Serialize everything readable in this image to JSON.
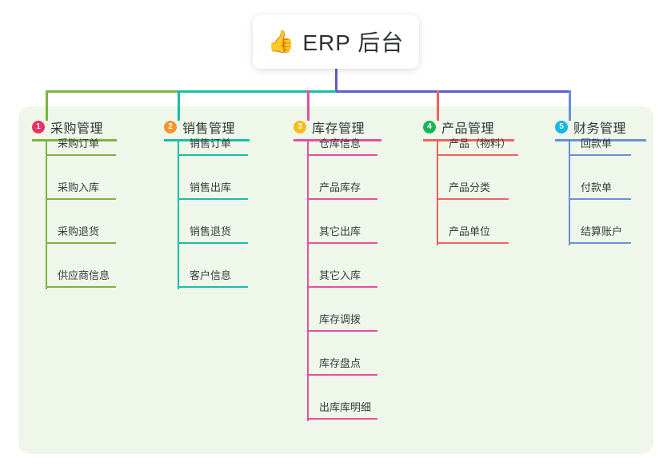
{
  "title": {
    "emoji": "👍",
    "emoji_name": "thumbs-up-emoji",
    "text": "ERP 后台"
  },
  "colors": {
    "page_background": "#ffffff",
    "panel_background": "#eef7e9",
    "title_text": "#2f3136",
    "root_connector": "#5b5fc7",
    "column_1": "#7cb342",
    "column_2": "#16bfa8",
    "column_3": "#e84fa0",
    "column_4": "#f4615c",
    "column_5": "#6a8fdb",
    "badge_1": "#ed2f62",
    "badge_2": "#f79330",
    "badge_3": "#f8bb17",
    "badge_4": "#19b558",
    "badge_5": "#15b7e8"
  },
  "columns": [
    {
      "index": "1",
      "title": "采购管理",
      "accent": "#7cb342",
      "badge_color": "#ed2f62",
      "items": [
        "采购订单",
        "采购入库",
        "采购退货",
        "供应商信息"
      ]
    },
    {
      "index": "2",
      "title": "销售管理",
      "accent": "#16bfa8",
      "badge_color": "#f79330",
      "items": [
        "销售订单",
        "销售出库",
        "销售退货",
        "客户信息"
      ]
    },
    {
      "index": "3",
      "title": "库存管理",
      "accent": "#e84fa0",
      "badge_color": "#f8bb17",
      "items": [
        "仓库信息",
        "产品库存",
        "其它出库",
        "其它入库",
        "库存调拨",
        "库存盘点",
        "出库库明细"
      ]
    },
    {
      "index": "4",
      "title": "产品管理",
      "accent": "#f4615c",
      "badge_color": "#19b558",
      "items": [
        "产品（物料）",
        "产品分类",
        "产品单位"
      ]
    },
    {
      "index": "5",
      "title": "财务管理",
      "accent": "#6a8fdb",
      "badge_color": "#15b7e8",
      "items": [
        "回款单",
        "付款单",
        "结算账户"
      ]
    }
  ]
}
